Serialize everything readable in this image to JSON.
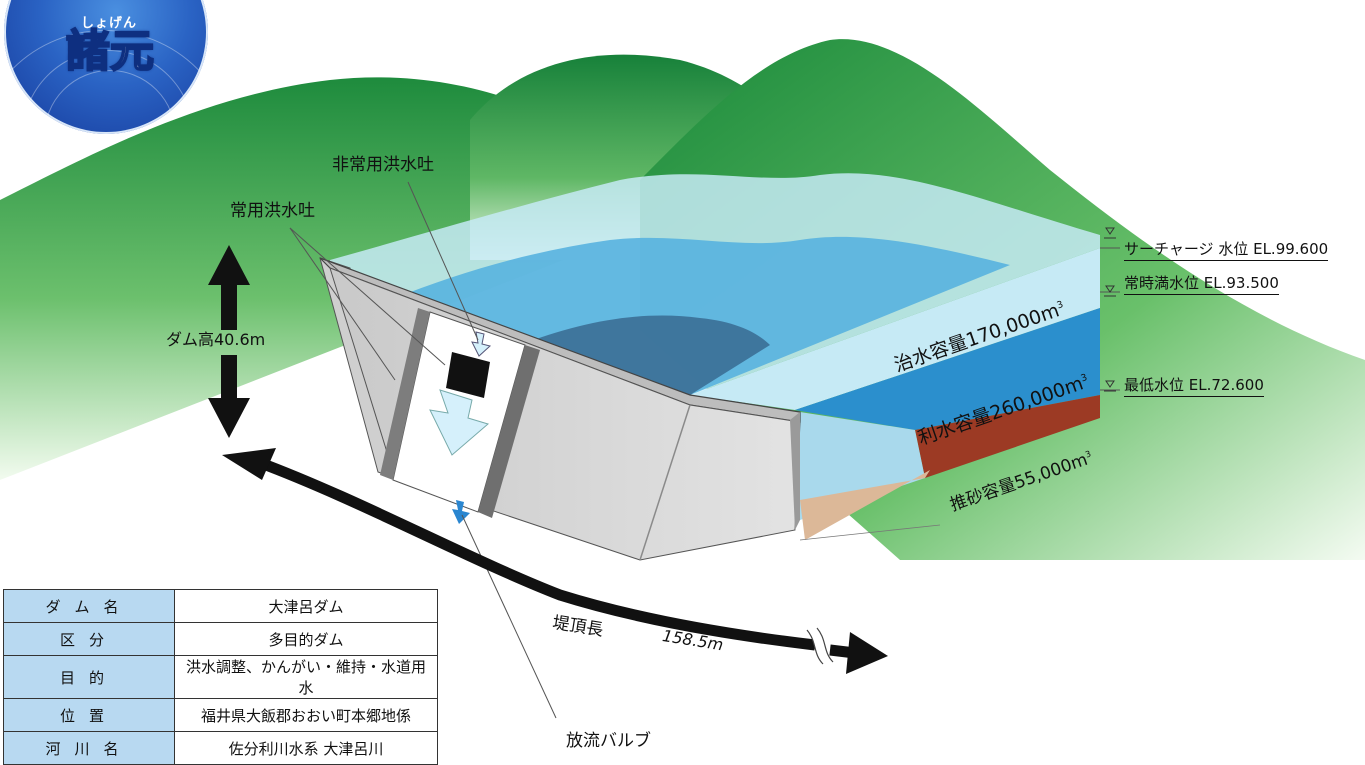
{
  "badge": {
    "ruby": "しょげん",
    "title": "諸元"
  },
  "labels": {
    "emergency_spillway": "非常用洪水吐",
    "normal_spillway": "常用洪水吐",
    "dam_height": "ダム高40.6m",
    "crest_length_label": "堤頂長",
    "crest_length_value": "158.5m",
    "discharge_valve": "放流バルブ"
  },
  "water_levels": [
    {
      "text": "サーチャージ 水位 EL.99.600"
    },
    {
      "text": "常時満水位 EL.93.500"
    },
    {
      "text": "最低水位 EL.72.600"
    }
  ],
  "capacities": {
    "flood_control": {
      "text": "治水容量170,000m",
      "sup": "3"
    },
    "water_use": {
      "text": "利水容量260,000m",
      "sup": "3"
    },
    "sediment": {
      "text": "推砂容量55,000m",
      "sup": "3"
    }
  },
  "spec_table": [
    {
      "key": "ダム名",
      "value": "大津呂ダム"
    },
    {
      "key": "区分",
      "value": "多目的ダム"
    },
    {
      "key": "目的",
      "value": "洪水調整、かんがい・維持・水道用水"
    },
    {
      "key": "位置",
      "value": "福井県大飯郡おおい町本郷地係"
    },
    {
      "key": "河川名",
      "value": "佐分利川水系 大津呂川"
    }
  ],
  "colors": {
    "mountain_light": "#9fd59a",
    "mountain_dark": "#1d8a3c",
    "flood_zone": "#c6eaf5",
    "water_use_zone": "#2b8fcd",
    "sediment_zone": "#9c3a24",
    "dam_concrete": "#d9d9d9",
    "table_header": "#b8d9f1"
  }
}
